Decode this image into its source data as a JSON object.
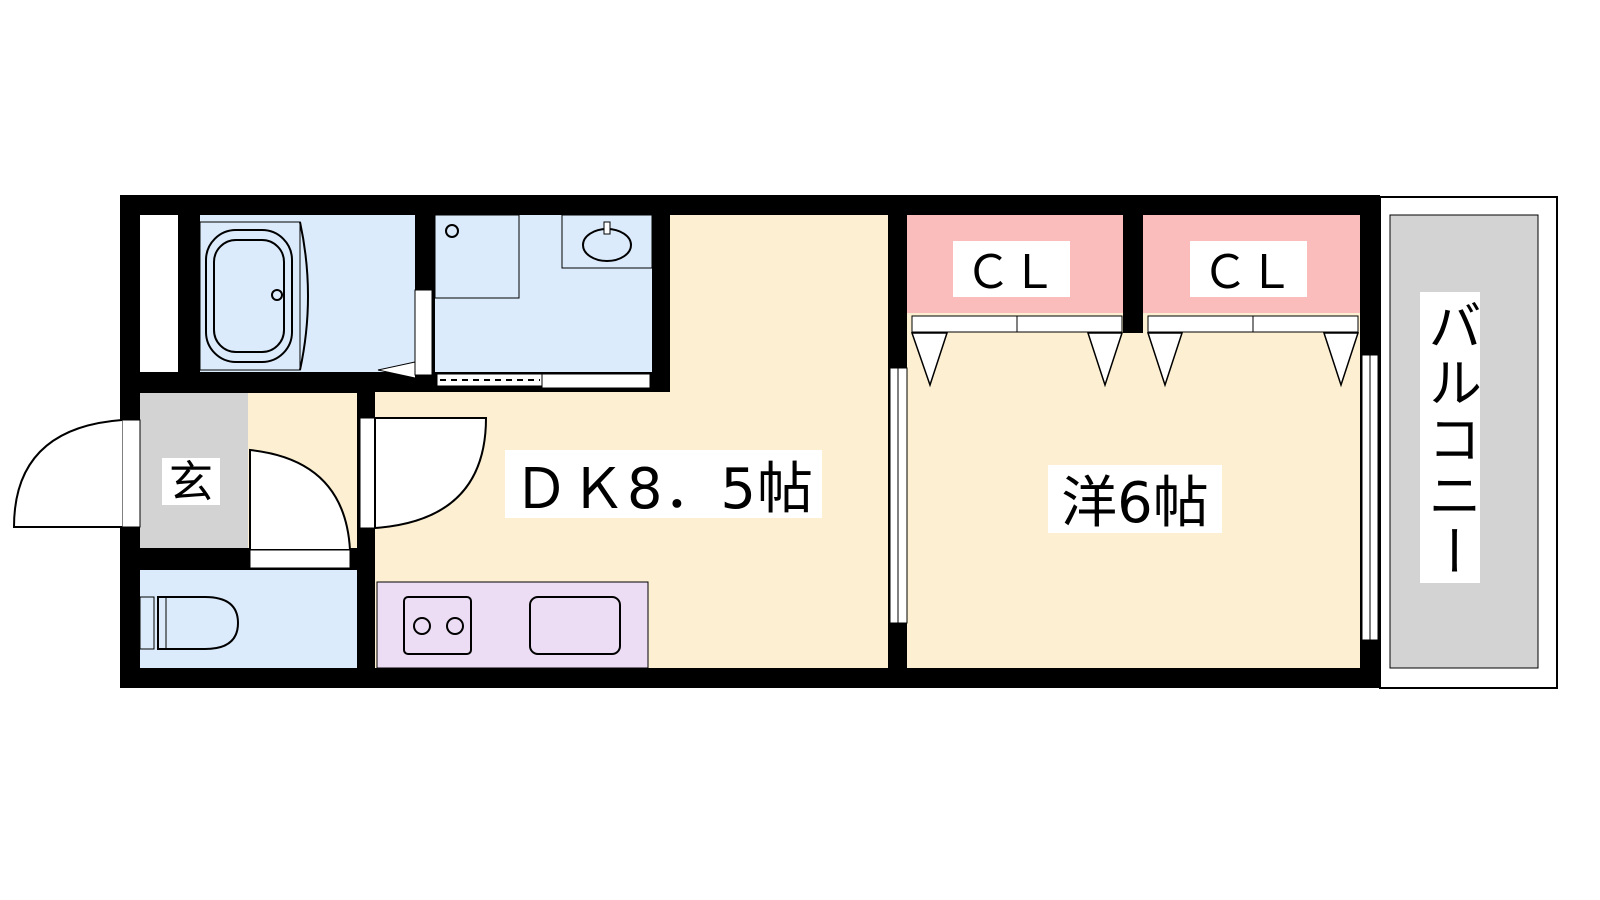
{
  "rooms": {
    "entrance": "玄",
    "dining_kitchen": "ＤＫ8．5帖",
    "western_room": "洋6帖",
    "closet_1": "ＣＬ",
    "closet_2": "ＣＬ",
    "balcony": "バルコニー"
  },
  "colors": {
    "wall": "#000000",
    "wet_area": "#DCEBFC",
    "living": "#FDF0D2",
    "closet": "#FBBCBC",
    "kitchen": "#EDDDF4",
    "entrance": "#D3D3D3",
    "balcony": "#D3D3D3"
  }
}
